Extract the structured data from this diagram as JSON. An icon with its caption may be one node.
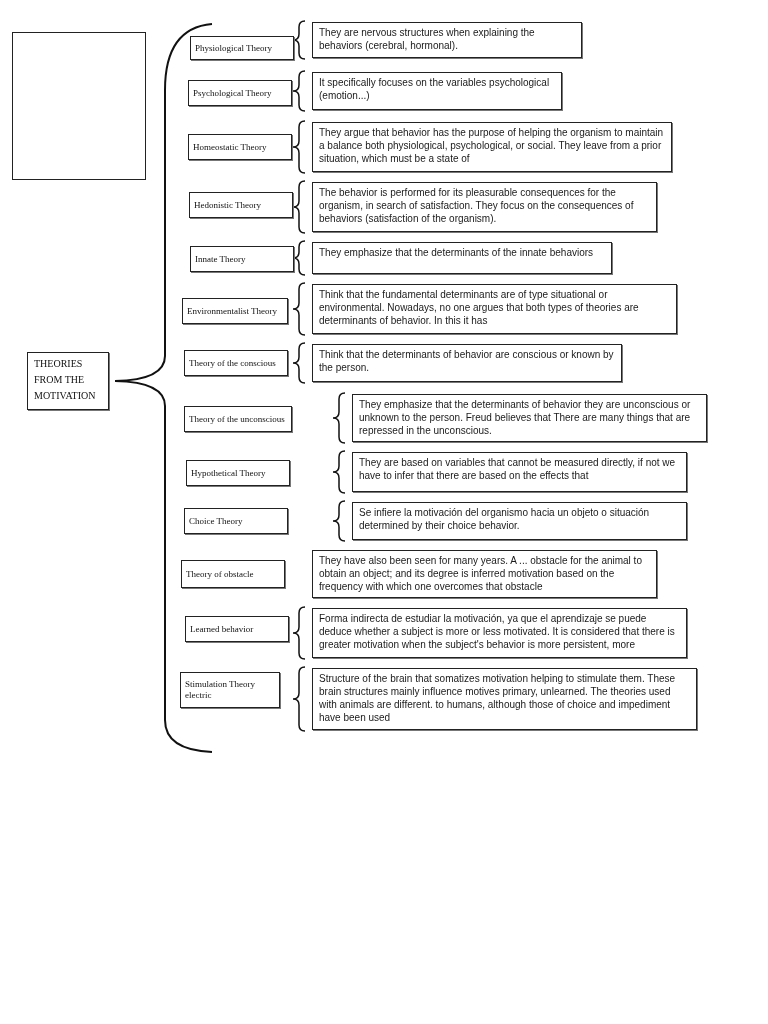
{
  "diagram": {
    "nodes": [
      {
        "text": [],
        "shape": "box"
      },
      {
        "text": [
          "THEORIES FROM THE MOTIVATION"
        ]
      },
      {
        "text": [
          "Physiological Theory"
        ]
      },
      {
        "text": [
          "They are nervous structures when explaining the behaviors (cerebral, hormonal)."
        ]
      },
      {
        "text": [
          "Psychological Theory"
        ]
      },
      {
        "text": [
          "It specifically focuses on the variables psychological (emotion...)"
        ]
      },
      {
        "text": [
          "Homeostatic Theory"
        ]
      },
      {
        "text": [
          "They argue that behavior has the purpose of helping the organism to maintain a balance both physiological, psychological, or social. They leave from a prior situation, which must be a state of"
        ]
      },
      {
        "text": [
          "Hedonistic Theory"
        ]
      },
      {
        "text": [
          "The behavior is performed for its pleasurable consequences for the organism, in search of satisfaction. They focus on the consequences of behaviors (satisfaction of the organism)."
        ]
      },
      {
        "text": [
          "Innate Theory"
        ]
      },
      {
        "text": [
          "They emphasize that the determinants of the innate behaviors"
        ]
      },
      {
        "text": [
          "Environmentalist Theory"
        ]
      },
      {
        "text": [
          "Think that the fundamental determinants are of type situational or environmental. Nowadays, no one argues that both types of theories are determinants of behavior. In this it has"
        ]
      },
      {
        "text": [
          "Theory of the conscious"
        ]
      },
      {
        "text": [
          "Think that the determinants of behavior are conscious or known by the person."
        ]
      },
      {
        "text": [
          "Theory of the unconscious"
        ]
      },
      {
        "text": [
          "They emphasize that the determinants of behavior they are unconscious or unknown to the person. Freud believes that There are many things that are repressed in the unconscious."
        ]
      },
      {
        "text": [
          "Hypothetical Theory"
        ]
      },
      {
        "text": [
          "They are based on variables that cannot be measured directly, if not we have to infer that there are based on the effects that"
        ]
      },
      {
        "text": [
          "Choice Theory"
        ]
      },
      {
        "text": [
          "Se infiere la motivación del organismo hacia un objeto o situación determined by their choice behavior."
        ]
      },
      {
        "text": [
          "Theory of obstacle"
        ]
      },
      {
        "text": [
          "They have also been seen for many years. A ... obstacle for the animal to obtain an object; and its degree is inferred motivation based on the frequency with which one overcomes that obstacle"
        ]
      },
      {
        "text": [
          "Learned behavior"
        ]
      },
      {
        "text": [
          "Forma indirecta de estudiar la motivación, ya que el aprendizaje se puede deduce whether a subject is more or less motivated. It is considered that there is greater motivation when the subject's behavior is more persistent, more"
        ]
      },
      {
        "text": [
          "Stimulation Theory electric"
        ]
      },
      {
        "text": [
          "Structure of the brain that somatizes motivation helping to stimulate them. These brain structures mainly influence motives primary, unlearned. The theories used with animals are different. to humans, although those of choice and impediment have been used"
        ]
      }
    ]
  }
}
